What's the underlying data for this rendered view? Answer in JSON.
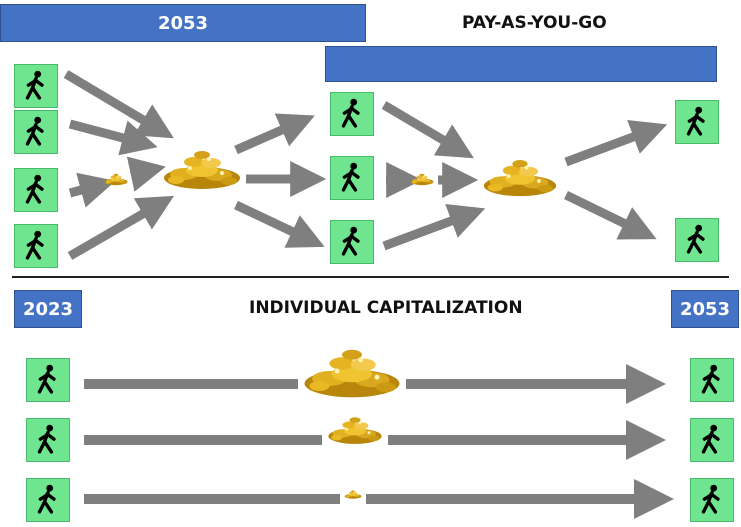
{
  "pay_as_you_go": {
    "title": "PAY-AS-YOU-GO",
    "year_bar": "2053",
    "second_bar": ""
  },
  "individual_capitalization": {
    "title": "INDIVIDUAL CAPITALIZATION",
    "start_year": "2023",
    "end_year": "2053"
  },
  "colors": {
    "year_bar": "#4472c4",
    "walker_bg": "#6ee58e",
    "arrow": "#7f7f7f",
    "coins": "#d4a017"
  },
  "icons": {
    "walker": "walking-person-icon",
    "coins": "coin-pile-icon",
    "arrow": "arrow-icon"
  }
}
